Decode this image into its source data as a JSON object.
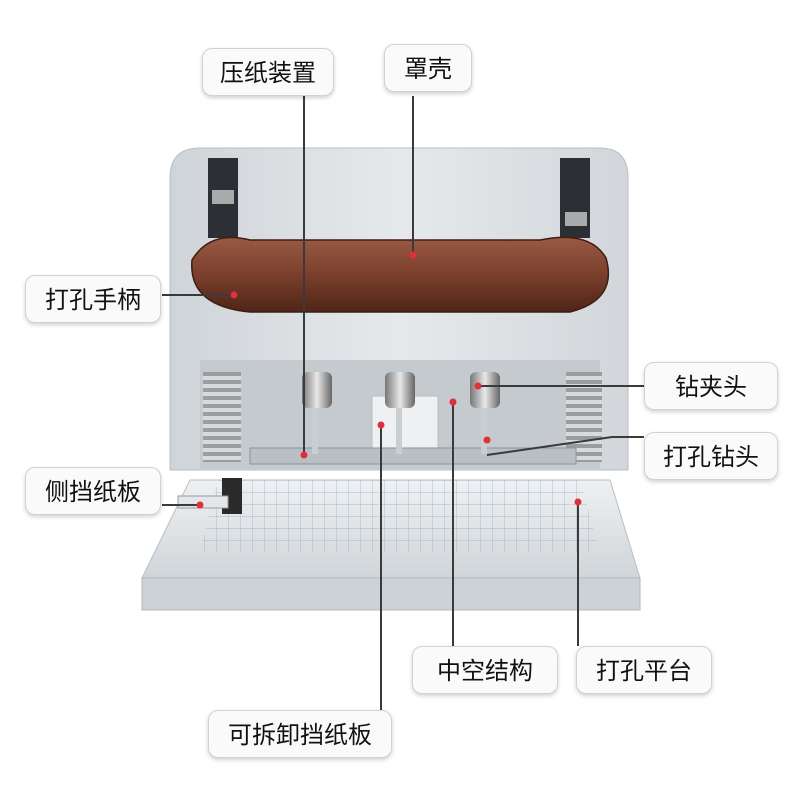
{
  "labels": {
    "paper_press": "压纸装置",
    "cover": "罩壳",
    "handle": "打孔手柄",
    "drill_chuck": "钻夹头",
    "drill_bit": "打孔钻头",
    "side_guide": "侧挡纸板",
    "hollow_structure": "中空结构",
    "punch_platform": "打孔平台",
    "removable_guide": "可拆卸挡纸板"
  },
  "colors": {
    "machine_body": "#dfe3e6",
    "handle": "#7a3f2c",
    "leader_line": "#3a3a3a",
    "marker_dot": "#e0303c",
    "label_bg": "#fafafa"
  }
}
